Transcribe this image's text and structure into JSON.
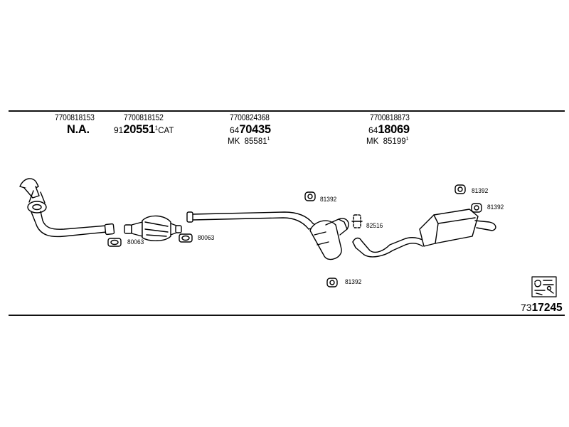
{
  "parts": [
    {
      "oe_number": "7700818153",
      "main_bold": "N.A.",
      "main_prefix": "",
      "main_sup": "",
      "main_suffix": "",
      "sub_prefix": "",
      "sub_number": "",
      "sub_sup": ""
    },
    {
      "oe_number": "7700818152",
      "main_prefix": "91",
      "main_bold": "20551",
      "main_sup": "1",
      "main_suffix": "CAT",
      "sub_prefix": "",
      "sub_number": "",
      "sub_sup": ""
    },
    {
      "oe_number": "7700824368",
      "main_prefix": "64",
      "main_bold": "70435",
      "main_sup": "",
      "main_suffix": "",
      "sub_prefix": "MK",
      "sub_number": "85581",
      "sub_sup": "1"
    },
    {
      "oe_number": "7700818873",
      "main_prefix": "64",
      "main_bold": "18069",
      "main_sup": "",
      "main_suffix": "",
      "sub_prefix": "MK",
      "sub_number": "85199",
      "sub_sup": "1"
    }
  ],
  "fittings": [
    {
      "code": "80063"
    },
    {
      "code": "80063"
    },
    {
      "code": "81392"
    },
    {
      "code": "82516"
    },
    {
      "code": "81392"
    },
    {
      "code": "81392"
    },
    {
      "code": "81392"
    }
  ],
  "diagram_ref": {
    "prefix": "73",
    "number": "17245"
  },
  "diagram_icon": "parts-kit-icon"
}
